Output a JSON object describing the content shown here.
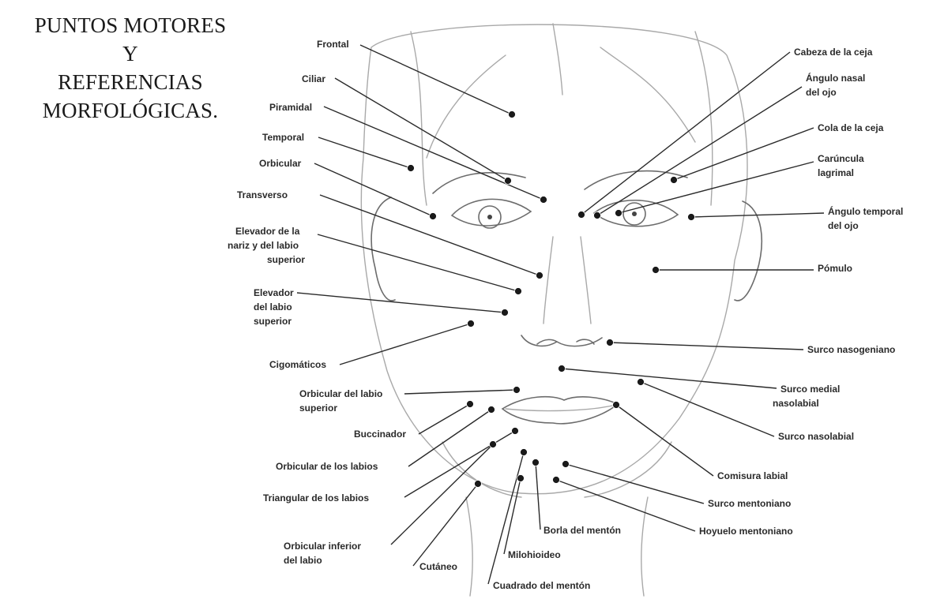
{
  "title": {
    "line1": "PUNTOS MOTORES",
    "line2": "Y",
    "line3": "REFERENCIAS",
    "line4": "MORFOLÓGICAS."
  },
  "left_labels": [
    {
      "id": "frontal",
      "lines": [
        "Frontal"
      ]
    },
    {
      "id": "ciliar",
      "lines": [
        "Ciliar"
      ]
    },
    {
      "id": "piramidal",
      "lines": [
        "Piramidal"
      ]
    },
    {
      "id": "temporal",
      "lines": [
        "Temporal"
      ]
    },
    {
      "id": "orbicular",
      "lines": [
        "Orbicular"
      ]
    },
    {
      "id": "transverso",
      "lines": [
        "Transverso"
      ]
    },
    {
      "id": "elevador-nariz",
      "lines": [
        "Elevador de la",
        "nariz y del labio",
        "superior"
      ]
    },
    {
      "id": "elevador-labio",
      "lines": [
        "Elevador",
        "del labio",
        "superior"
      ]
    },
    {
      "id": "cigomaticos",
      "lines": [
        "Cigomáticos"
      ]
    },
    {
      "id": "orbicular-labio-superior",
      "lines": [
        "Orbicular del labio",
        "superior"
      ]
    },
    {
      "id": "buccinador",
      "lines": [
        "Buccinador"
      ]
    },
    {
      "id": "orbicular-labios",
      "lines": [
        "Orbicular de los labios"
      ]
    },
    {
      "id": "triangular-labios",
      "lines": [
        "Triangular de los labios"
      ]
    },
    {
      "id": "orbicular-inferior",
      "lines": [
        "Orbicular inferior",
        "del labio"
      ]
    }
  ],
  "bottom_labels": [
    {
      "id": "cutaneo",
      "lines": [
        "Cutáneo"
      ]
    },
    {
      "id": "milohioideo",
      "lines": [
        "Milohioideo"
      ]
    },
    {
      "id": "cuadrado-menton",
      "lines": [
        "Cuadrado del mentón"
      ]
    },
    {
      "id": "borla-menton",
      "lines": [
        "Borla del mentón"
      ]
    }
  ],
  "right_labels": [
    {
      "id": "cabeza-ceja",
      "lines": [
        "Cabeza de la ceja"
      ]
    },
    {
      "id": "angulo-nasal",
      "lines": [
        "Ángulo nasal",
        "del ojo"
      ]
    },
    {
      "id": "cola-ceja",
      "lines": [
        "Cola de la ceja"
      ]
    },
    {
      "id": "caruncula",
      "lines": [
        "Carúncula",
        "lagrimal"
      ]
    },
    {
      "id": "angulo-temporal",
      "lines": [
        "Ángulo temporal",
        "del ojo"
      ]
    },
    {
      "id": "pomulo",
      "lines": [
        "Pómulo"
      ]
    },
    {
      "id": "surco-nasogeniano",
      "lines": [
        "Surco nasogeniano"
      ]
    },
    {
      "id": "surco-medial",
      "lines": [
        "Surco medial",
        "nasolabial"
      ]
    },
    {
      "id": "surco-nasolabial",
      "lines": [
        "Surco nasolabial"
      ]
    },
    {
      "id": "comisura-labial",
      "lines": [
        "Comisura labial"
      ]
    },
    {
      "id": "surco-mentoniano",
      "lines": [
        "Surco mentoniano"
      ]
    },
    {
      "id": "hoyuelo-mentoniano",
      "lines": [
        "Hoyuelo mentoniano"
      ]
    }
  ],
  "colors": {
    "ink": "#2a2a2a",
    "sketch": "#a9a9a9",
    "background": "#ffffff"
  }
}
